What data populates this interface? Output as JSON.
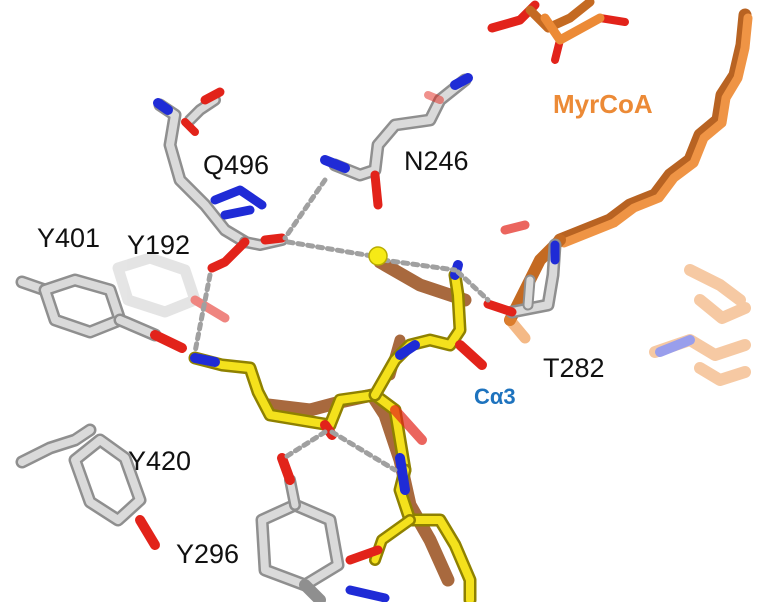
{
  "colors": {
    "residue_white": "#d6d6d6",
    "residue_white_dark": "#8f8f8f",
    "oxygen": "#e2231a",
    "nitrogen": "#1f2bd6",
    "peptide_yellow": "#f4e11c",
    "peptide_yellow_dark": "#8f8100",
    "backbone_brown": "#a8693e",
    "myrcoa_orange": "#ec8a36",
    "hbond_gray": "#a0a0a0",
    "sulfur_yellow": "#f6ea16",
    "label_blue": "#1e73be",
    "label_orange": "#ec8a36"
  },
  "labels": {
    "q496": "Q496",
    "n246": "N246",
    "myrcoa": "MyrCoA",
    "y401": "Y401",
    "y192": "Y192",
    "t282": "T282",
    "ca3": "Cα3",
    "y420": "Y420",
    "y296": "Y296"
  }
}
